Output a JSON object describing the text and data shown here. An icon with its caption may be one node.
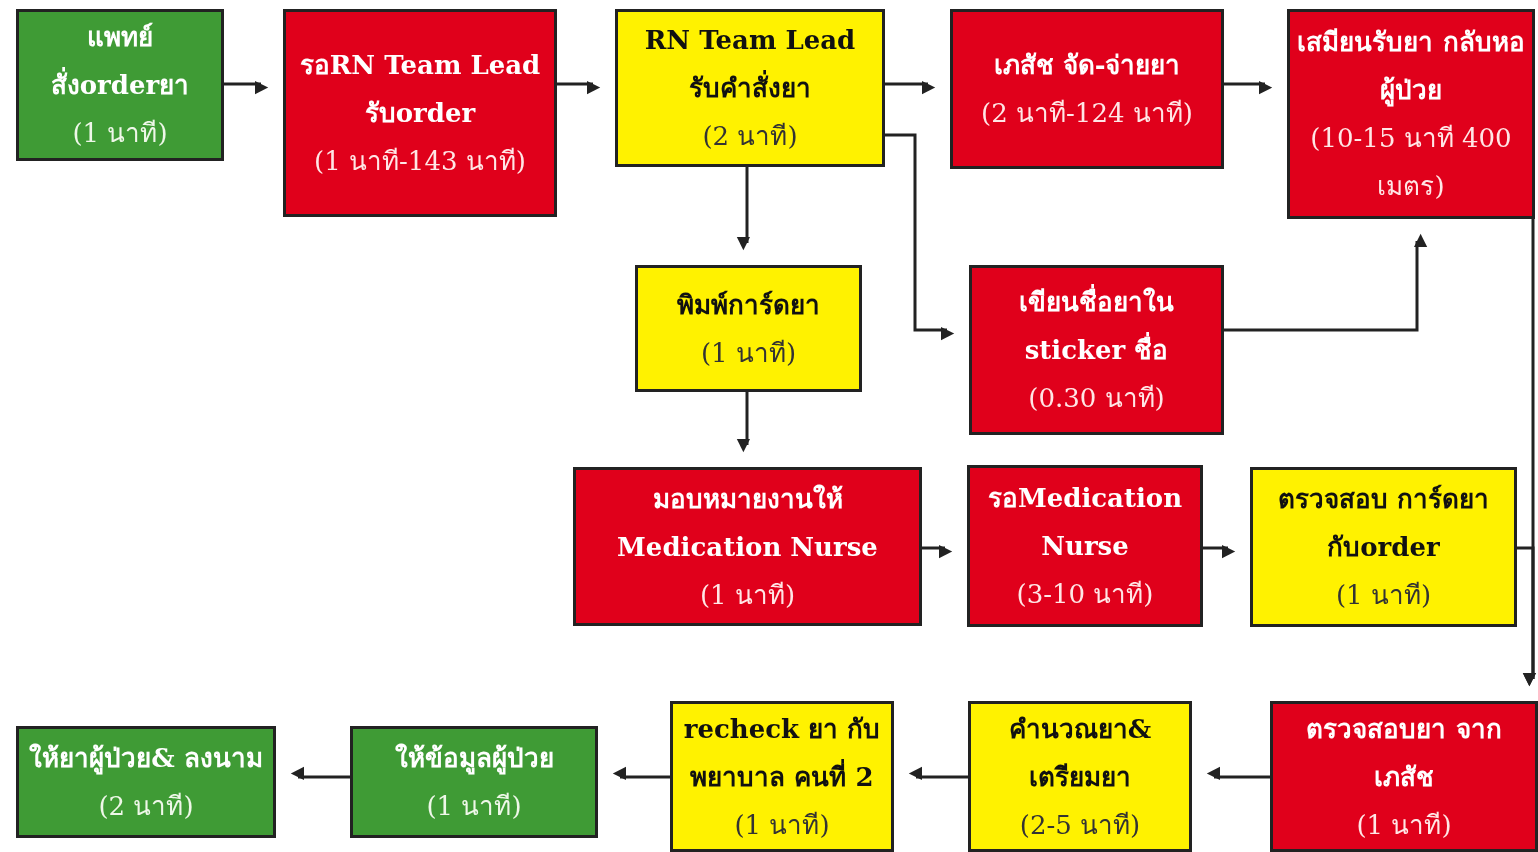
{
  "diagram": {
    "nodes": [
      {
        "text": [
          "แพทย์ สั่งorderยา",
          "(1 นาที)"
        ]
      },
      {
        "text": [
          "รอRN Team Lead รับorder",
          "(1 นาที-143 นาที)"
        ]
      },
      {
        "text": [
          "RN Team Lead รับคำสั่งยา",
          "(2 นาที)"
        ]
      },
      {
        "text": [
          "เภสัช จัด-จ่ายยา",
          "(2 นาที-124 นาที)"
        ]
      },
      {
        "text": [
          "เสมียนรับยา กลับหอผู้ป่วย",
          "(10-15 นาที 400 เมตร)"
        ]
      },
      {
        "text": [
          "พิมพ์การ์ดยา",
          "(1 นาที)"
        ]
      },
      {
        "text": [
          "เขียนชื่อยาใน sticker ชื่อ",
          "(0.30 นาที)"
        ]
      },
      {
        "text": [
          "มอบหมายงานให้ Medication Nurse",
          "(1 นาที)"
        ]
      },
      {
        "text": [
          "รอMedication Nurse",
          "(3-10 นาที)"
        ]
      },
      {
        "text": [
          "ตรวจสอบ การ์ดยากับorder",
          "(1 นาที)"
        ]
      },
      {
        "text": [
          "ให้ยาผู้ป่วย& ลงนาม",
          "(2 นาที)"
        ]
      },
      {
        "text": [
          "ให้ข้อมูลผู้ป่วย",
          "(1 นาที)"
        ]
      },
      {
        "text": [
          "recheck ยา กับพยาบาล คนที่ 2",
          "(1 นาที)"
        ]
      },
      {
        "text": [
          "คำนวณยา& เตรียมยา",
          "(2-5 นาที)"
        ]
      },
      {
        "text": [
          "ตรวจสอบยา จากเภสัช",
          "(1 นาที)"
        ]
      }
    ],
    "edges": [
      {
        "from": 0,
        "to": 1,
        "arrow": "to"
      },
      {
        "from": 1,
        "to": 2,
        "arrow": "to"
      },
      {
        "from": 2,
        "to": 3,
        "arrow": "to"
      },
      {
        "from": 3,
        "to": 4,
        "arrow": "to"
      },
      {
        "from": 2,
        "to": 5,
        "arrow": "to"
      },
      {
        "from": 2,
        "to": 6,
        "arrow": "to"
      },
      {
        "from": 6,
        "to": 4,
        "arrow": "to"
      },
      {
        "from": 5,
        "to": 7,
        "arrow": "to"
      },
      {
        "from": 7,
        "to": 8,
        "arrow": "to"
      },
      {
        "from": 8,
        "to": 9,
        "arrow": "to"
      },
      {
        "from": 4,
        "to": 14,
        "arrow": "to"
      },
      {
        "from": 9,
        "to": 14,
        "arrow": "to"
      },
      {
        "from": 14,
        "to": 13,
        "arrow": "to"
      },
      {
        "from": 13,
        "to": 12,
        "arrow": "to"
      },
      {
        "from": 12,
        "to": 11,
        "arrow": "to"
      },
      {
        "from": 11,
        "to": 10,
        "arrow": "to"
      }
    ]
  }
}
